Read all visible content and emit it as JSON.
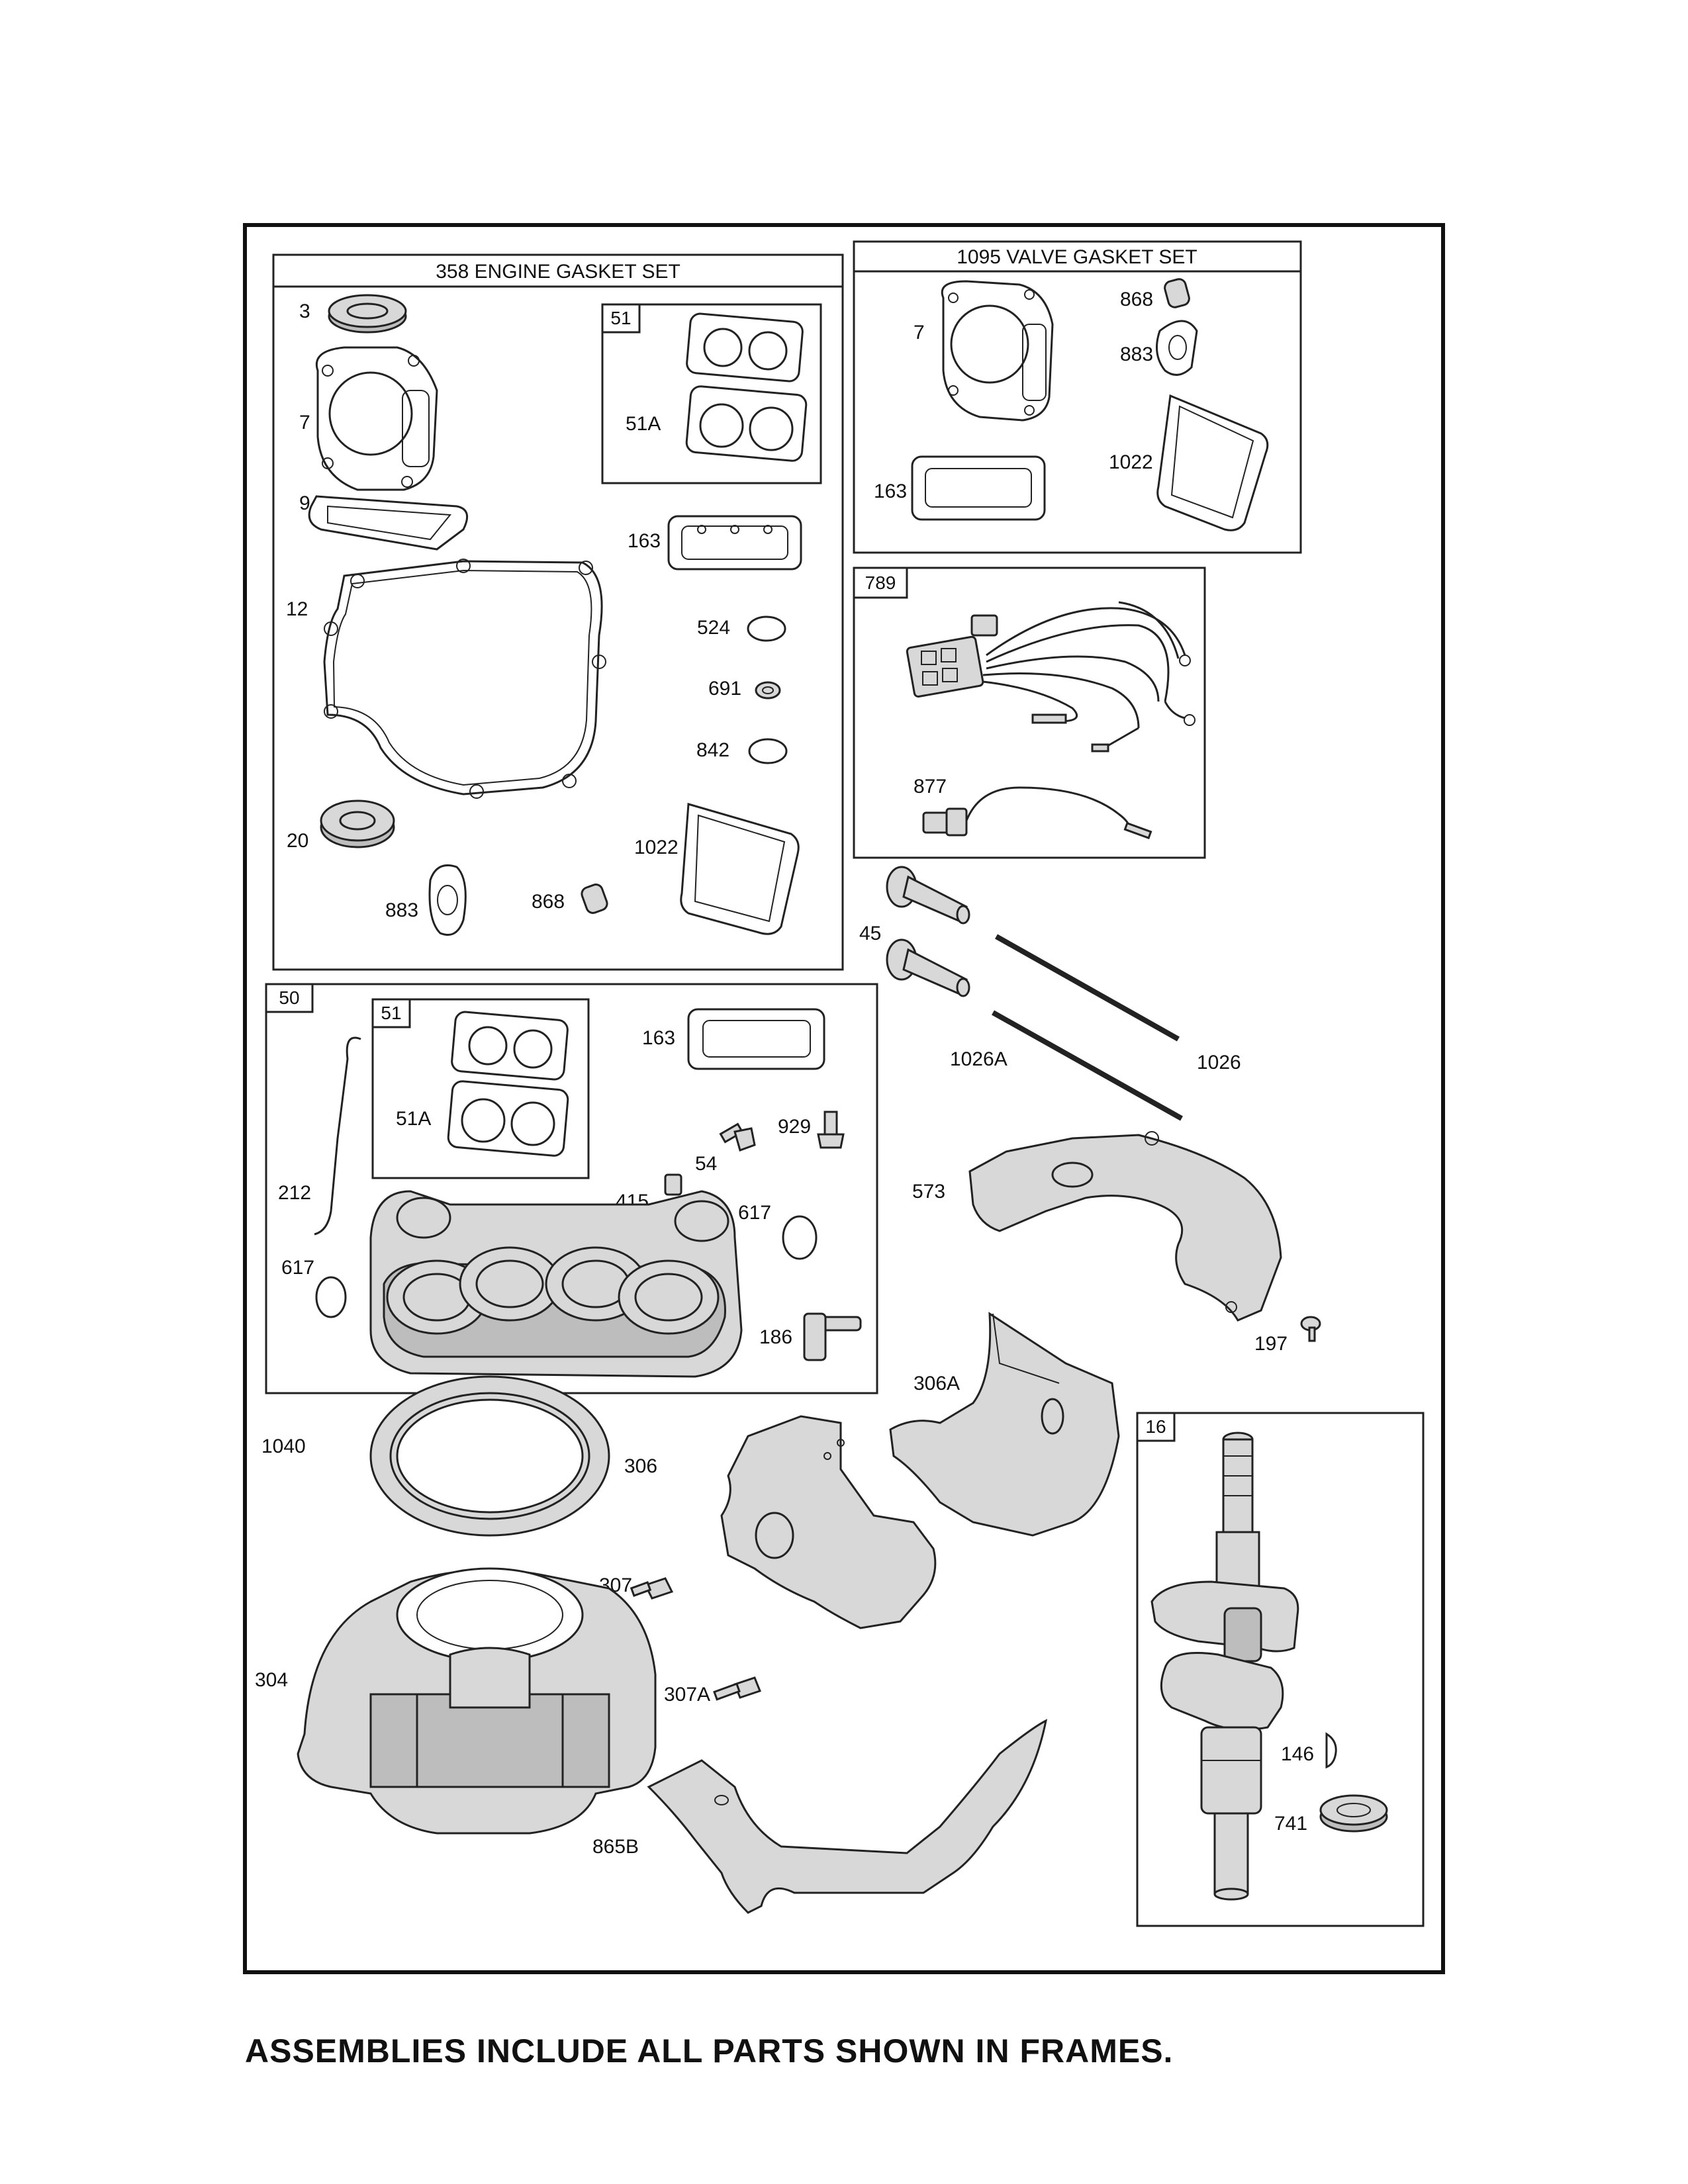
{
  "frames": {
    "engine_gasket_set": {
      "title": "358 ENGINE GASKET SET"
    },
    "valve_gasket_set": {
      "title": "1095 VALVE GASKET SET"
    },
    "frame_789": {
      "tag": "789"
    },
    "frame_50": {
      "tag": "50"
    },
    "frame_16": {
      "tag": "16"
    },
    "frame_51_top": {
      "tag": "51"
    },
    "frame_51_bottom": {
      "tag": "51"
    }
  },
  "part_labels": {
    "egs_3": "3",
    "egs_7": "7",
    "egs_9": "9",
    "egs_12": "12",
    "egs_20": "20",
    "egs_883": "883",
    "egs_868": "868",
    "egs_51A": "51A",
    "egs_163": "163",
    "egs_524": "524",
    "egs_691": "691",
    "egs_842": "842",
    "egs_1022": "1022",
    "vgs_7": "7",
    "vgs_868": "868",
    "vgs_883": "883",
    "vgs_1022": "1022",
    "vgs_163": "163",
    "p_877": "877",
    "p_45": "45",
    "p_1026A": "1026A",
    "p_1026": "1026",
    "p_573": "573",
    "p_197": "197",
    "f50_163": "163",
    "f50_51A": "51A",
    "f50_929": "929",
    "f50_54": "54",
    "f50_212": "212",
    "f50_415": "415",
    "f50_617a": "617",
    "f50_617b": "617",
    "f50_186": "186",
    "p_306A": "306A",
    "p_1040": "1040",
    "p_306": "306",
    "p_307": "307",
    "p_304": "304",
    "p_307A": "307A",
    "p_865B": "865B",
    "p_146": "146",
    "p_741": "741"
  },
  "footer": {
    "note": "ASSEMBLIES INCLUDE ALL PARTS SHOWN IN FRAMES."
  }
}
